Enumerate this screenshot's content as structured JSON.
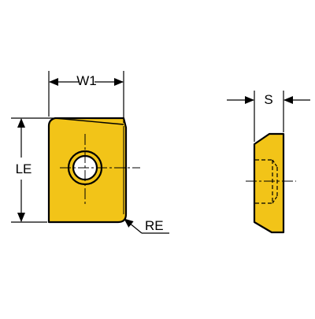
{
  "labels": {
    "width": "W1",
    "length": "LE",
    "corner_radius": "RE",
    "thickness": "S"
  },
  "colors": {
    "insert_fill": "#f2c418",
    "insert_outline": "#000000",
    "background": "#ffffff"
  }
}
